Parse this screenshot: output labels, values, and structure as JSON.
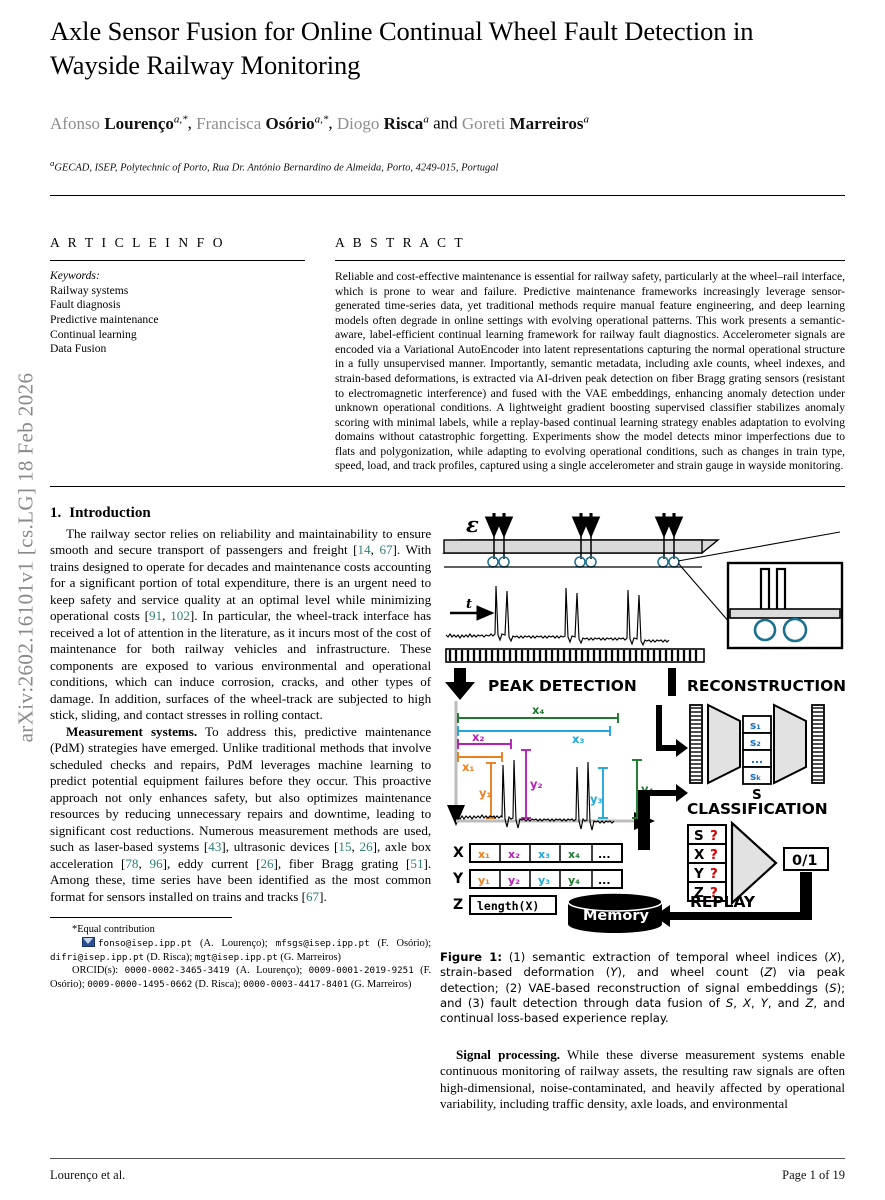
{
  "arxiv_stamp": "arXiv:2602.16101v1  [cs.LG]  18 Feb 2026",
  "title": "Axle Sensor Fusion for Online Continual Wheel Fault Detection in Wayside Railway Monitoring",
  "authors": [
    {
      "given": "Afonso",
      "family": "Lourenço",
      "sup": "a,*"
    },
    {
      "given": "Francisca",
      "family": "Osório",
      "sup": "a,*"
    },
    {
      "given": "Diogo",
      "family": "Risca",
      "sup": "a"
    },
    {
      "given": "Goreti",
      "family": "Marreiros",
      "sup": "a"
    }
  ],
  "authors_sep": ", ",
  "authors_and": " and ",
  "affiliation_sup": "a",
  "affiliation": "GECAD, ISEP, Polytechnic of Porto, Rua Dr. António Bernardino de Almeida, Porto, 4249-015, Portugal",
  "article_info": {
    "heading": "A R T I C L E   I N F O",
    "keywords_label": "Keywords:",
    "keywords": [
      "Railway systems",
      "Fault diagnosis",
      "Predictive maintenance",
      "Continual learning",
      "Data Fusion"
    ]
  },
  "abstract": {
    "heading": "A B S T R A C T",
    "text": "Reliable and cost-effective maintenance is essential for railway safety, particularly at the wheel–rail interface, which is prone to wear and failure. Predictive maintenance frameworks increasingly leverage sensor-generated time-series data, yet traditional methods require manual feature engineering, and deep learning models often degrade in online settings with evolving operational patterns. This work presents a semantic-aware, label-efficient continual learning framework for railway fault diagnostics. Accelerometer signals are encoded via a Variational AutoEncoder into latent representations capturing the normal operational structure in a fully unsupervised manner. Importantly, semantic metadata, including axle counts, wheel indexes, and strain-based deformations, is extracted via AI-driven peak detection on fiber Bragg grating sensors (resistant to electromagnetic interference) and fused with the VAE embeddings, enhancing anomaly detection under unknown operational conditions. A lightweight gradient boosting supervised classifier stabilizes anomaly scoring with minimal labels, while a replay-based continual learning strategy enables adaptation to evolving domains without catastrophic forgetting. Experiments show the model detects minor imperfections due to flats and polygonization, while adapting to evolving operational conditions, such as changes in train type, speed, load, and track profiles, captured using a single accelerometer and strain gauge in wayside monitoring."
  },
  "section": {
    "number": "1.",
    "title": "Introduction",
    "p1_a": "The railway sector relies on reliability and maintainability to ensure smooth and secure transport of passengers and freight [",
    "p1_c1": "14",
    "p1_b": ", ",
    "p1_c2": "67",
    "p1_c": "]. With trains designed to operate for decades and maintenance costs accounting for a significant portion of total expenditure, there is an urgent need to keep safety and service quality at an optimal level while minimizing operational costs [",
    "p1_c3": "91",
    "p1_c4": "102",
    "p1_d": "]. In particular, the wheel-track interface has received a lot of attention in the literature, as it incurs most of the cost of maintenance for both railway vehicles and infrastructure. These components are exposed to various environmental and operational conditions, which can induce corrosion, cracks, and other types of damage. In addition, surfaces of the wheel-track are subjected to high stick, sliding, and contact stresses in rolling contact.",
    "p2_run": "Measurement systems.",
    "p2_a": " To address this, predictive maintenance (PdM) strategies have emerged. Unlike traditional methods that involve scheduled checks and repairs, PdM leverages machine learning to predict potential equipment failures before they occur. This proactive approach not only enhances safety, but also optimizes maintenance resources by reducing unnecessary repairs and downtime, leading to significant cost reductions. Numerous measurement methods are used, such as laser-based systems [",
    "p2_c1": "43",
    "p2_b": "], ultrasonic devices [",
    "p2_c2": "15",
    "p2_c3": "26",
    "p2_c": "], axle box acceleration [",
    "p2_c4": "78",
    "p2_c5": "96",
    "p2_d": "], eddy current [",
    "p2_c6": "26",
    "p2_e": "], fiber Bragg grating [",
    "p2_c7": "51",
    "p2_f": "]. Among these, time series have been identified as the most common format for sensors installed on trains and tracks [",
    "p2_c8": "67",
    "p2_g": "]."
  },
  "signal_processing": {
    "run": "Signal processing.",
    "text": " While these diverse measurement systems enable continuous monitoring of railway assets, the resulting raw signals are often high-dimensional, noise-contaminated, and heavily affected by operational variability, including traffic density, axle loads, and environmental"
  },
  "footnote": {
    "equal": "*Equal contribution",
    "emails": [
      {
        "addr": "fonso@isep.ipp.pt",
        "name": " (A. Lourenço); "
      },
      {
        "addr": "mfsgs@isep.ipp.pt",
        "name": " (F. Osório); "
      },
      {
        "addr": "difri@isep.ipp.pt",
        "name": " (D. Risca); "
      },
      {
        "addr": "mgt@isep.ipp.pt",
        "name": " (G. Marreiros)"
      }
    ],
    "orcid_label": "ORCID(s): ",
    "orcids": [
      {
        "id": "0000-0002-3465-3419",
        "name": " (A. Lourenço); "
      },
      {
        "id": "0009-0001-2019-9251",
        "name": " (F. Osório); "
      },
      {
        "id": "0009-0000-1495-0662",
        "name": " (D. Risca); "
      },
      {
        "id": "0000-0003-4417-8401",
        "name": " (G. Marreiros)"
      }
    ]
  },
  "figure": {
    "label": "Figure 1:",
    "caption_1": " (1) semantic extraction of temporal wheel indices (",
    "cap_X": "X",
    "caption_2": "), strain-based deformation (",
    "cap_Y": "Y",
    "caption_3": "), and wheel count (",
    "cap_Z": "Z",
    "caption_4": ") via peak detection; (2) VAE-based reconstruction of signal embeddings (",
    "cap_S": "S",
    "caption_5": "); and (3) fault detection through data fusion of ",
    "cap_S2": "S",
    "caption_6": ", ",
    "cap_X2": "X",
    "caption_7": ", ",
    "cap_Y2": "Y",
    "caption_8": ", and ",
    "cap_Z2": "Z",
    "caption_9": ", and continual loss-based experience replay.",
    "strain_symbol": "ε",
    "time_symbol": "t",
    "stage_peak": "PEAK DETECTION",
    "stage_recon": "RECONSTRUCTION",
    "stage_class": "CLASSIFICATION",
    "latent_label": "S",
    "latent_cells": [
      "s₁",
      "s₂",
      "...",
      "sₖ"
    ],
    "fusion_rows": [
      "S",
      "X",
      "Y",
      "Z"
    ],
    "fusion_mark": "?",
    "output_label": "0/1",
    "replay_label": "REPLAY",
    "memory_label": "Memory",
    "table": {
      "row_labels": [
        "X",
        "Y",
        "Z"
      ],
      "x_cells": [
        "x₁",
        "x₂",
        "x₃",
        "x₄",
        "..."
      ],
      "y_cells": [
        "y₁",
        "y₂",
        "y₃",
        "y₄",
        "..."
      ],
      "z_cell": "length(X)"
    },
    "markers": {
      "x": [
        "x₁",
        "x₂",
        "x₃",
        "x₄"
      ],
      "y": [
        "y₁",
        "y₂",
        "y₃",
        "y₄"
      ]
    },
    "colors": {
      "c1": "#e8801f",
      "c2": "#b521b5",
      "c3": "#22a7d8",
      "c4": "#1d7a2e",
      "latent_text": "#1b6fbf",
      "question": "#d60000",
      "rail_fill": "#d9d9d9",
      "wheel_stroke": "#1b6f8f"
    }
  },
  "footer": {
    "left": "Lourenço et al.",
    "right": "Page 1 of 19"
  }
}
